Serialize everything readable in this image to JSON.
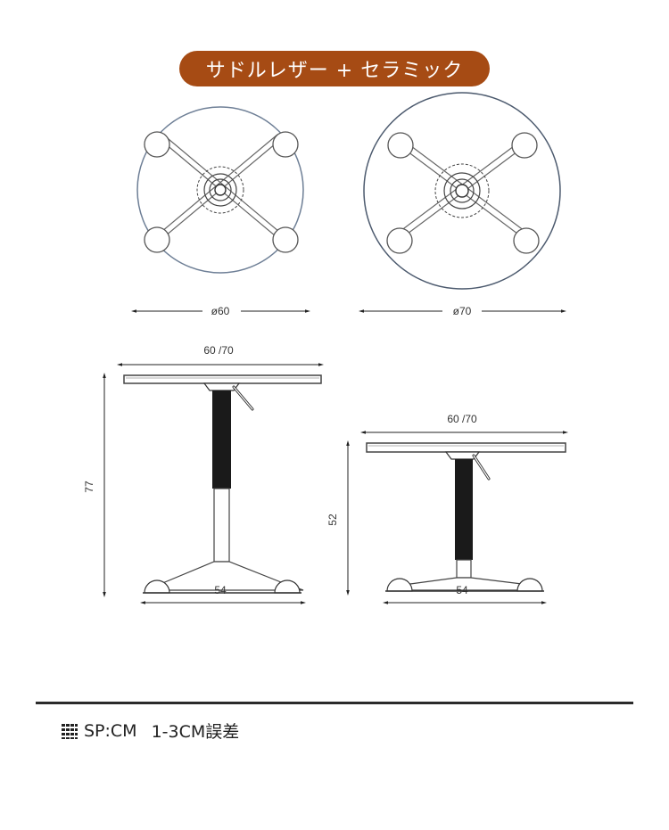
{
  "title": "サドルレザー + セラミック",
  "top_views": [
    {
      "diameter_label": "ø60"
    },
    {
      "diameter_label": "ø70"
    }
  ],
  "side_views": [
    {
      "width_label": "60 /70",
      "height_label": "77",
      "base_label": "54"
    },
    {
      "width_label": "60 /70",
      "height_label": "52",
      "base_label": "54"
    }
  ],
  "footer": {
    "icon": "grid-icon",
    "unit_text": "SP:CM",
    "tolerance_text": "1-3CM誤差"
  }
}
